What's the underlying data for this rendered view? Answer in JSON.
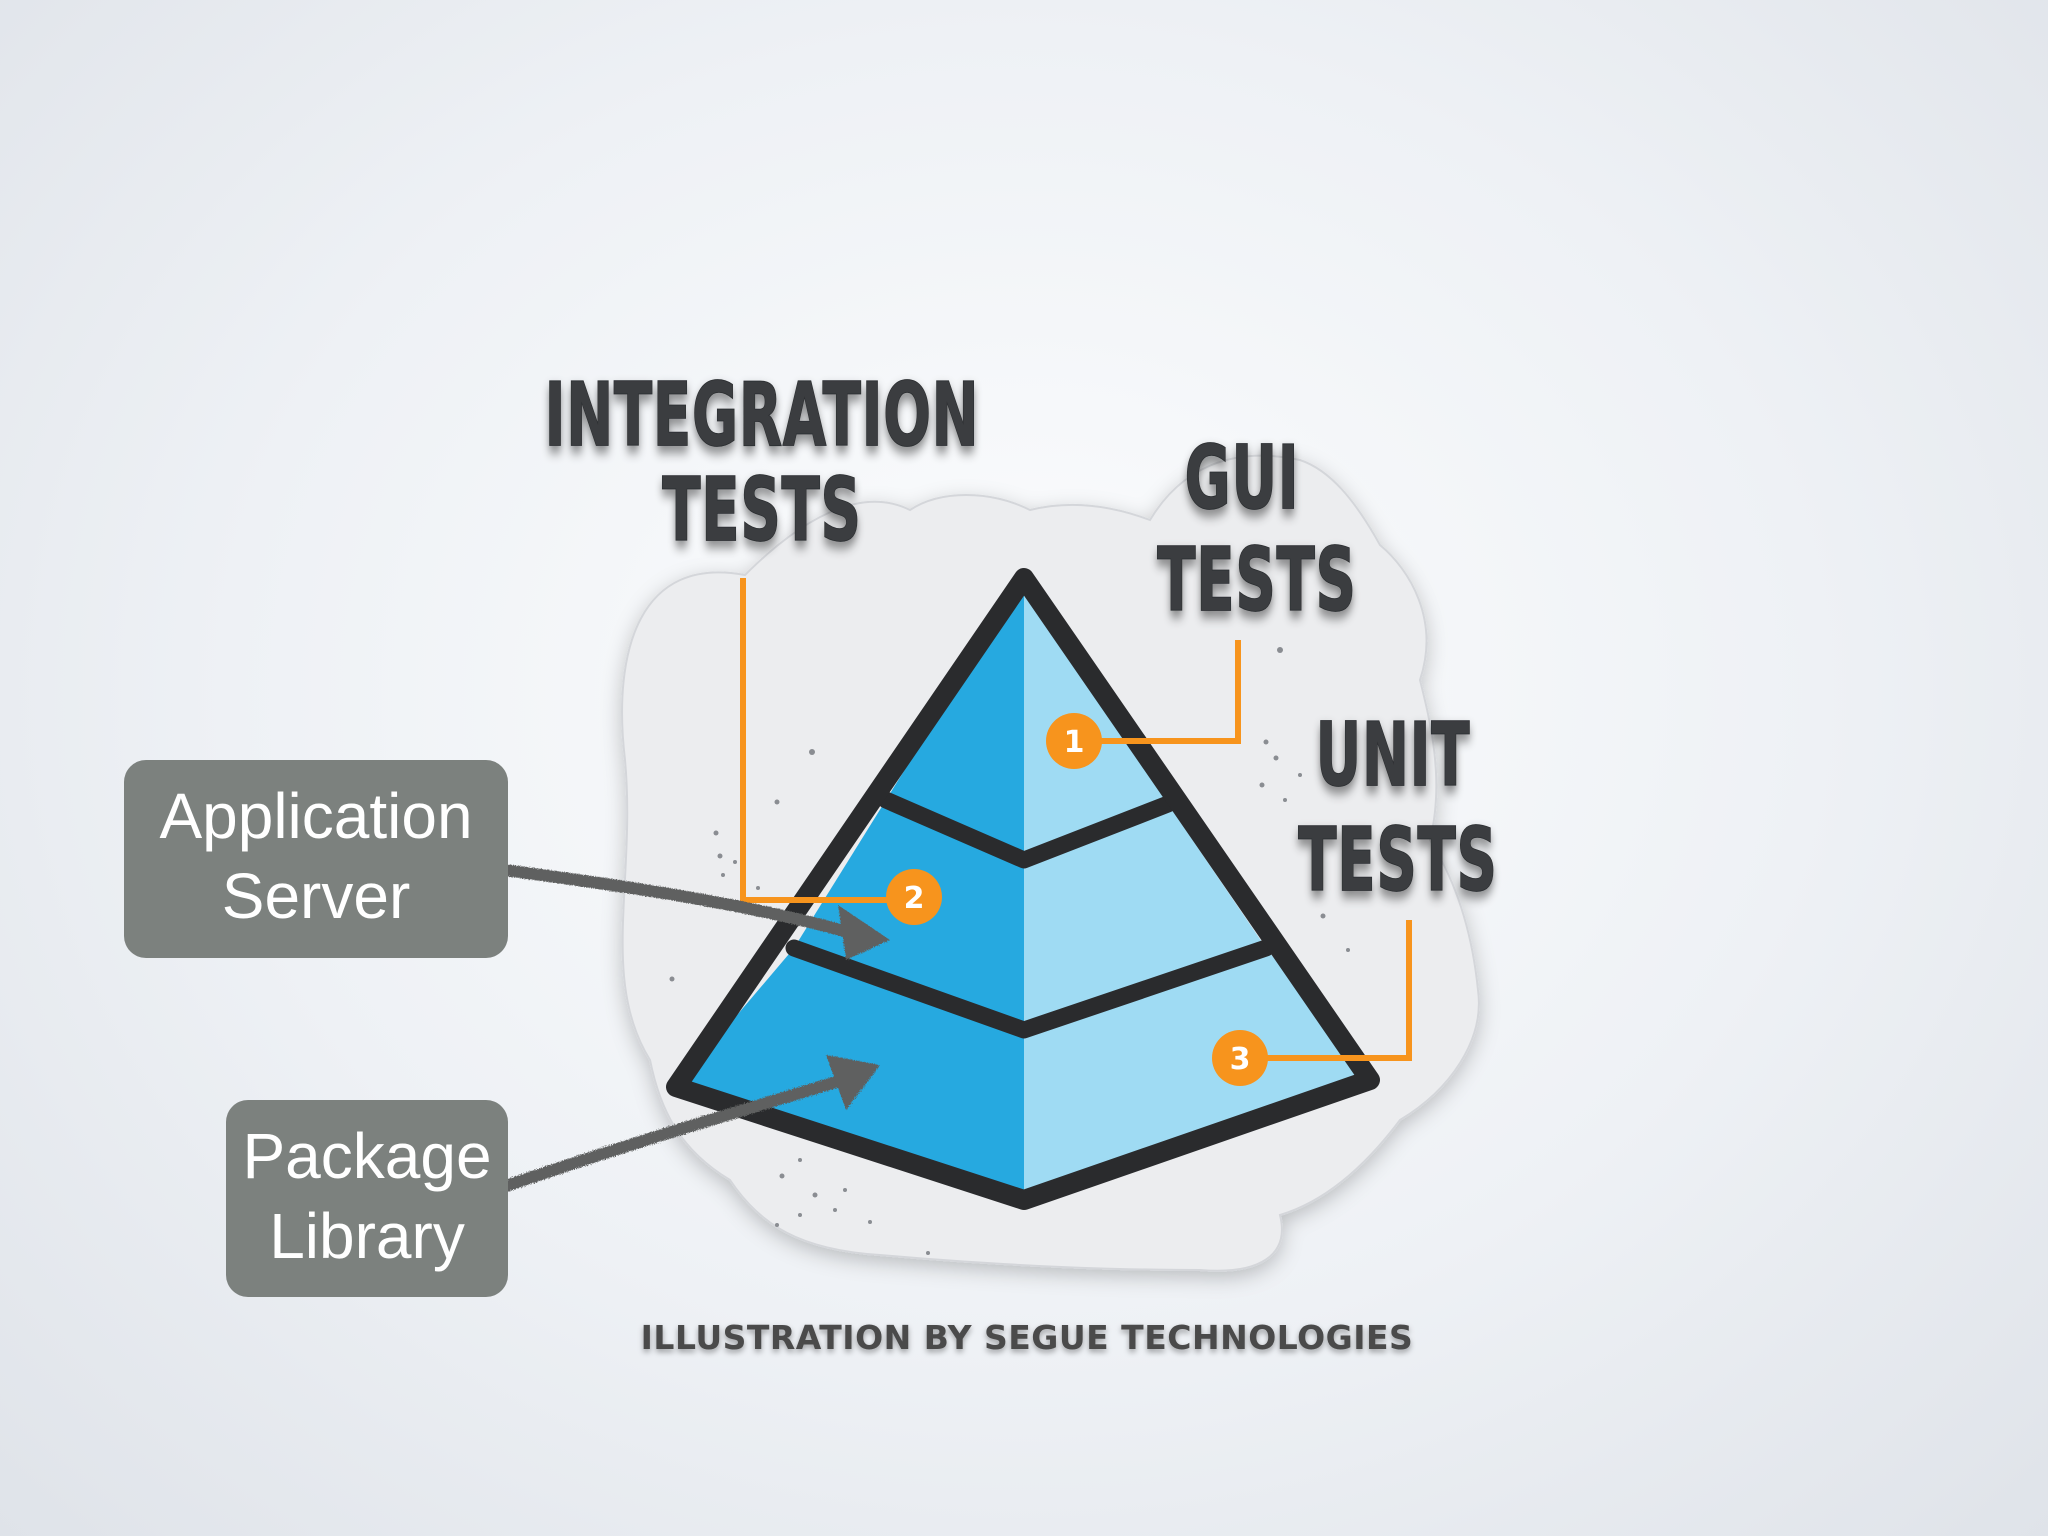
{
  "labels": {
    "integration_line1": "INTEGRATION",
    "integration_line2": "TESTS",
    "gui_line1": "GUI",
    "gui_line2": "TESTS",
    "unit_line1": "UNIT",
    "unit_line2": "TESTS"
  },
  "markers": [
    "1",
    "2",
    "3"
  ],
  "boxes": {
    "application_line1": "Application",
    "application_line2": "Server",
    "package_line1": "Package",
    "package_line2": "Library"
  },
  "credit": "ILLUSTRATION BY SEGUE TECHNOLOGIES",
  "colors": {
    "pyramid_dark_blue": "#26a9e0",
    "pyramid_light_blue": "#9fdbf3",
    "outline": "#2a2b2d",
    "accent_orange": "#f7941d",
    "box_gray": "#7c817e",
    "arrow_gray": "#5e6160"
  }
}
